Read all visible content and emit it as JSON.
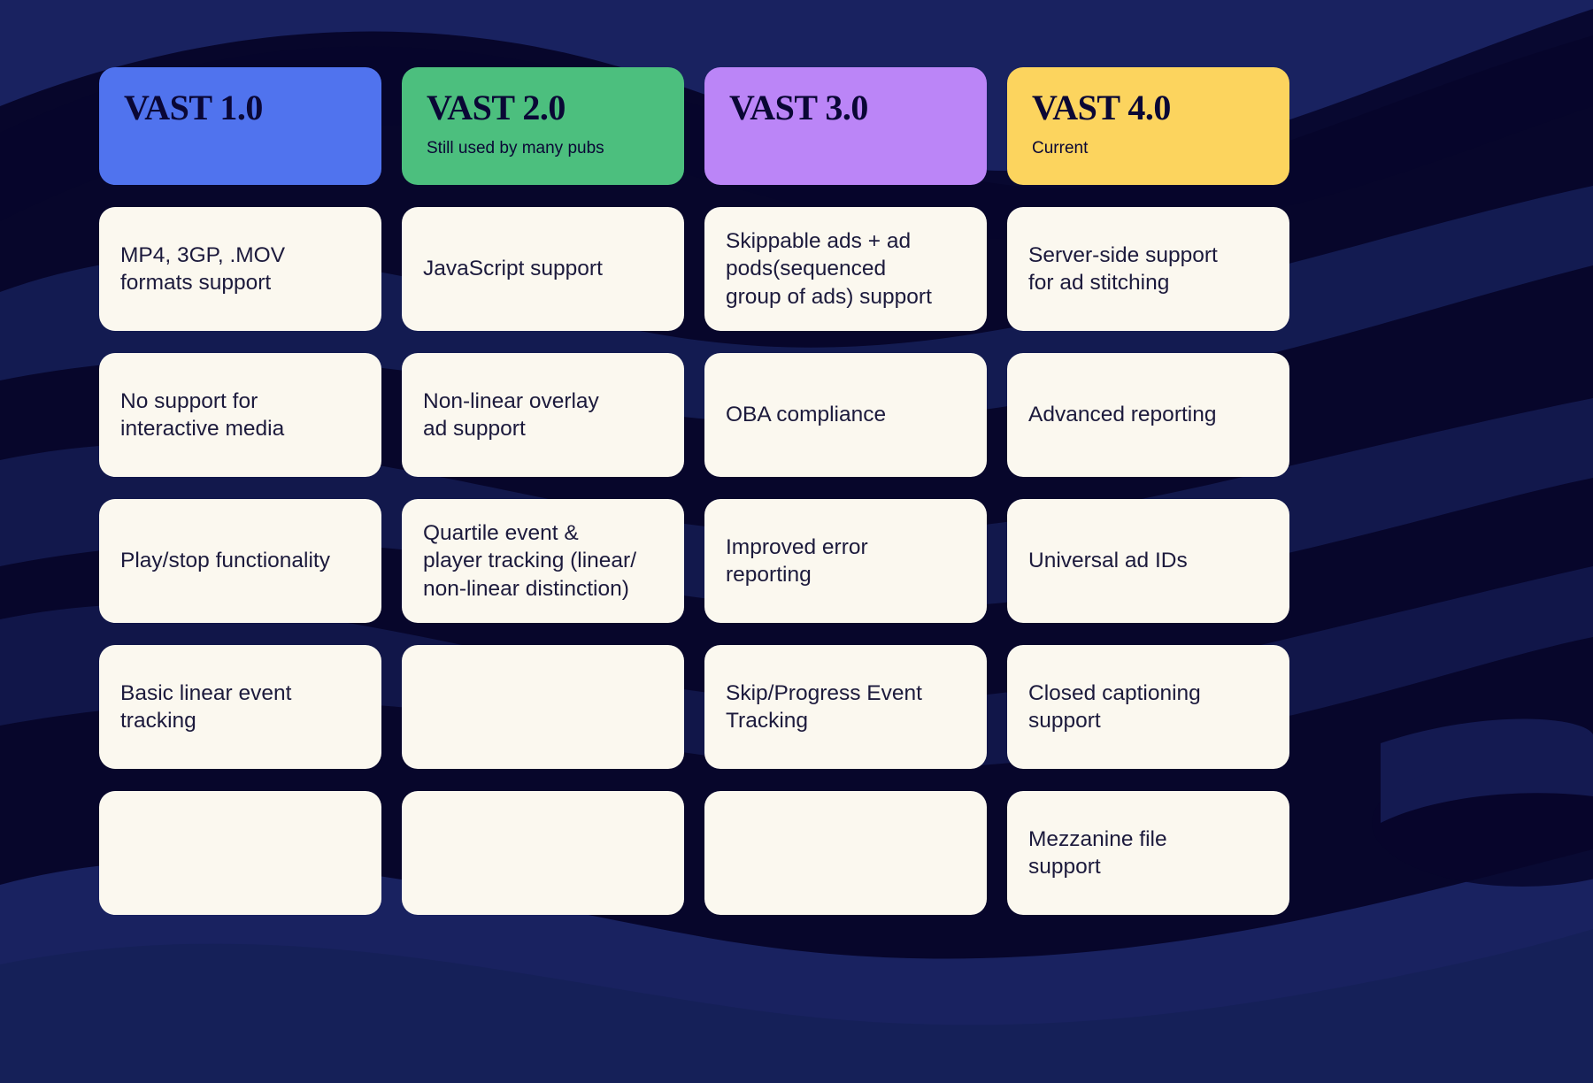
{
  "theme": {
    "background_dark": "#07062B",
    "background_wave": "#1A2463",
    "card_bg": "#FBF8EF",
    "text_color": "#1C1A3C",
    "header_text_color": "#0A0735"
  },
  "columns": [
    {
      "title": "VAST 1.0",
      "subtitle": "",
      "color": "#5073EE",
      "cells": [
        "MP4, 3GP, .MOV\nformats support",
        "No support for\ninteractive media",
        "Play/stop functionality",
        "Basic linear event\ntracking",
        ""
      ]
    },
    {
      "title": "VAST 2.0",
      "subtitle": "Still used by many pubs",
      "color": "#4CBF7E",
      "cells": [
        "JavaScript support",
        "Non-linear overlay\nad support",
        "Quartile event &\nplayer tracking (linear/\nnon-linear distinction)",
        "",
        ""
      ]
    },
    {
      "title": "VAST 3.0",
      "subtitle": "",
      "color": "#BB85F7",
      "cells": [
        "Skippable ads + ad\npods(sequenced\ngroup of ads) support",
        "OBA compliance",
        "Improved error\nreporting",
        "Skip/Progress Event\nTracking",
        ""
      ]
    },
    {
      "title": "VAST 4.0",
      "subtitle": "Current",
      "color": "#FCD45E",
      "cells": [
        "Server-side support\nfor ad stitching",
        "Advanced reporting",
        "Universal ad IDs",
        "Closed captioning\nsupport",
        "Mezzanine file\nsupport"
      ]
    }
  ]
}
